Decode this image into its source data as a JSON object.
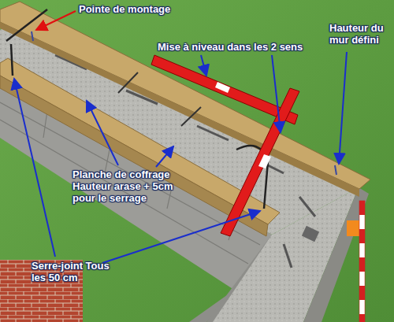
{
  "diagram": {
    "labels": [
      "Pointe de montage",
      "Mise à niveau dans les 2 sens",
      "Hauteur du mur défini",
      "Planche de coffrage Hauteur arase + 5cm pour le serrage",
      "Serre-joint Tous les 50 cm"
    ]
  }
}
